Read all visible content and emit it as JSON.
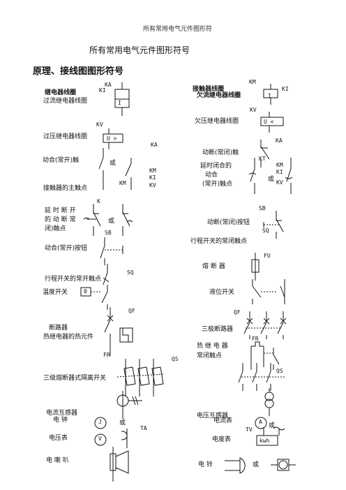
{
  "header": "所有常用电气元件图形符",
  "title": "所有常用电气元件图形符号",
  "section": "原理、接线图图形符号",
  "codes": {
    "ka": "KA",
    "ki": "KI",
    "km": "KM",
    "kv": "KV",
    "kt": "KT",
    "k": "K",
    "sb": "SB",
    "sq": "SQ",
    "fu": "FU",
    "qf": "QF",
    "fr": "FR",
    "qs": "QS",
    "ta": "TA",
    "tv": "TV",
    "i": "I",
    "u_gt": "U >",
    "u_lt": "U <",
    "zero": "0",
    "j": "J",
    "v": "V",
    "a": "A",
    "kwh": "kwh"
  },
  "labels": {
    "relay_coil": "继电器线圈",
    "over_current_coil": "过流继电器线圈",
    "contactor_coil": "接触器线圈",
    "under_current_coil": "欠流继电器线圈",
    "over_voltage_coil": "过压继电器线圈",
    "under_voltage_coil": "欠压继电器线圈",
    "no_contact": "动合(常开)触",
    "or": "或",
    "nc_contact": "动断(常闭)触",
    "delay_close_1": "延时闭合的",
    "delay_close_2": "动合",
    "delay_close_3": "(常开)触点",
    "contactor_main": "接触器的主触点",
    "delay_open_1": "延 时 断 开",
    "delay_open_2": "的 动 断 常",
    "delay_open_3": "闭)触点",
    "nc_button": "动断(常闭)按钮",
    "limit_nc": "行程开关的常闭触点",
    "no_button": "动合(常开)按钮",
    "fuse": "熔 断 器",
    "limit_no": "行程开关的常开触点",
    "temp_switch": "温度开关",
    "level_switch": "液位开关",
    "breaker": "断路器",
    "three_pole_breaker": "三极断路器",
    "thermal_element": "热继电器的热元件",
    "thermal_nc_1": "热 继 电 器",
    "thermal_nc_2": "常闭触点",
    "fuse_isolator": "三级熔断器式隔离开关",
    "ct": "电流互感器",
    "clock": "电  钟",
    "pt": "电压互感器",
    "ammeter": "电流表",
    "voltmeter": "电压表",
    "energy_meter": "电度表",
    "horn": "电 喇 叭",
    "bell": "电 铃"
  }
}
